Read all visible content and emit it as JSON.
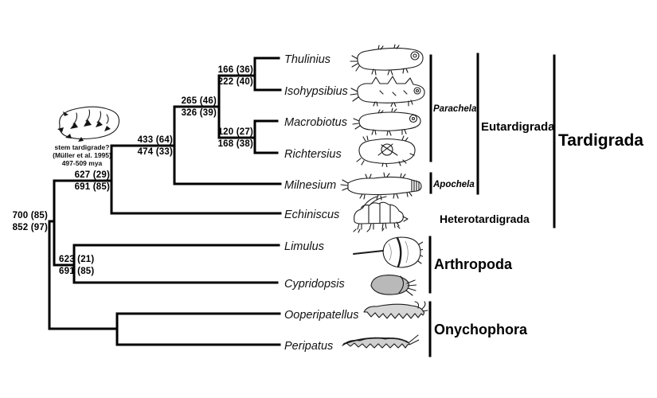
{
  "colors": {
    "background": "#ffffff",
    "line": "#000000",
    "text": "#000000"
  },
  "taxa": [
    "Thulinius",
    "Isohypsibius",
    "Macrobiotus",
    "Richtersius",
    "Milnesium",
    "Echiniscus",
    "Limulus",
    "Cypridopsis",
    "Ooperipatellus",
    "Peripatus"
  ],
  "node_labels": [
    {
      "node": "thulinius-isohypsibius",
      "above": "166 (36)",
      "below": "222 (40)"
    },
    {
      "node": "parachela",
      "above": "265 (46)",
      "below": "326 (39)"
    },
    {
      "node": "macrobiotus-richtersius",
      "above": "120 (27)",
      "below": "168 (38)"
    },
    {
      "node": "eutardigrada",
      "above": "433 (64)",
      "below": "474 (33)"
    },
    {
      "node": "tardigrada",
      "above": "627 (29)",
      "below": "691 (85)"
    },
    {
      "node": "tardigrada-arthropoda",
      "above": "700 (85)",
      "below": "852 (97)"
    },
    {
      "node": "arthropoda",
      "above": "623 (21)",
      "below": "691 (85)"
    }
  ],
  "clades": [
    {
      "label": "Parachela",
      "members": [
        "Thulinius",
        "Isohypsibius",
        "Macrobiotus",
        "Richtersius"
      ]
    },
    {
      "label": "Apochela",
      "members": [
        "Milnesium"
      ]
    },
    {
      "label": "Eutardigrada",
      "members": [
        "Parachela",
        "Apochela"
      ]
    },
    {
      "label": "Heterotardigrada",
      "members": [
        "Echiniscus"
      ]
    },
    {
      "label": "Tardigrada",
      "members": [
        "Eutardigrada",
        "Heterotardigrada"
      ]
    },
    {
      "label": "Arthropoda",
      "members": [
        "Limulus",
        "Cypridopsis"
      ]
    },
    {
      "label": "Onychophora",
      "members": [
        "Ooperipatellus",
        "Peripatus"
      ]
    }
  ],
  "stem_annotation": {
    "line1": "stem tardigrade?",
    "line2": "(Müller et al. 1995)",
    "line3": "497-509 mya"
  }
}
